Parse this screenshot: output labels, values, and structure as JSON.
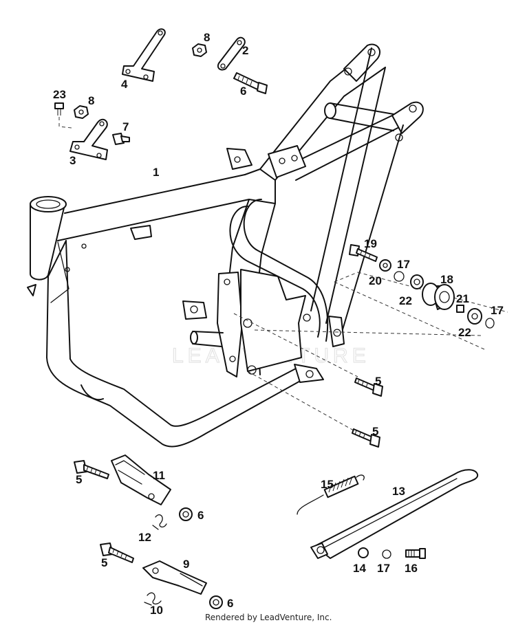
{
  "callouts": {
    "frame": "1",
    "bracket_a": "2",
    "bracket_b": "3",
    "bracket_c": "4",
    "bolt_mid_right": "5",
    "bolt_low_right": "5",
    "bolt_peg_right": "5",
    "bolt_peg_left": "5",
    "bolt_top": "6",
    "nut_peg_right": "6",
    "nut_peg_left": "6",
    "bolt_small": "7",
    "nut_top": "8",
    "nut_left": "8",
    "footpeg_left": "9",
    "spring_left": "10",
    "footpeg_right": "11",
    "spring_right": "12",
    "side_stand": "13",
    "bushing": "14",
    "spring_stand": "15",
    "bolt_stand": "16",
    "washer_a": "17",
    "washer_b": "17",
    "washer_c": "17",
    "roller": "18",
    "bolt_roller": "19",
    "washer_roller": "20",
    "spacer": "21",
    "bearing_a": "22",
    "bearing_b": "22",
    "screw_small": "23"
  },
  "watermark": "LEADVENTURE",
  "footer": "Rendered by LeadVenture, Inc."
}
